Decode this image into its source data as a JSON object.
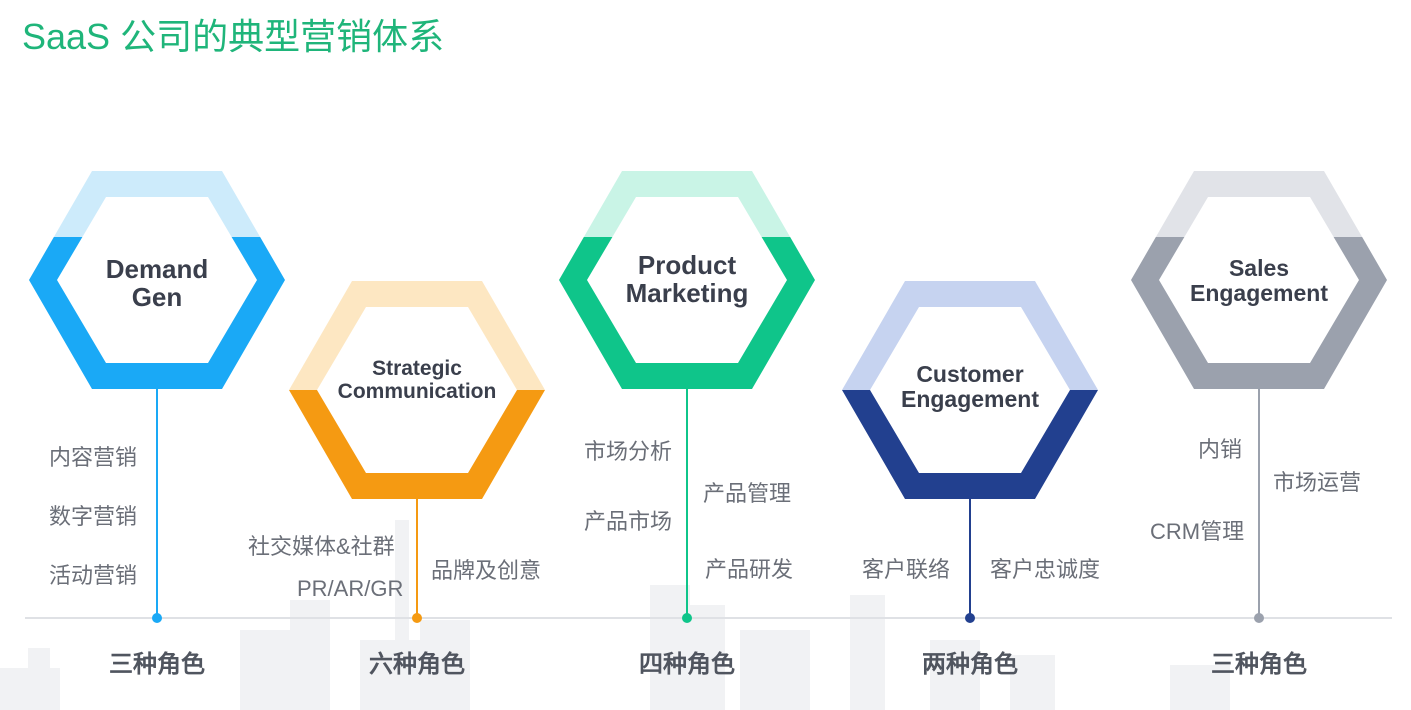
{
  "title": "SaaS 公司的典型营销体系",
  "colors": {
    "demand": "#1aa9f6",
    "demand_light": "#cdebfb",
    "strategic": "#f59a12",
    "strategic_light": "#fde7c2",
    "product": "#0fc58a",
    "product_light": "#c9f4e6",
    "customer": "#22408f",
    "customer_light": "#c6d3f0",
    "sales": "#9ba1ad",
    "sales_light": "#e1e3e8"
  },
  "groups": [
    {
      "line1": "Demand",
      "line2": "Gen",
      "roles": [
        "内容营销",
        "数字营销",
        "活动营销"
      ],
      "count": "三种角色"
    },
    {
      "line1": "Strategic",
      "line2": "Communication",
      "roles": [
        "社交媒体&社群",
        "品牌及创意",
        "PR/AR/GR"
      ],
      "count": "六种角色"
    },
    {
      "line1": "Product",
      "line2": "Marketing",
      "roles": [
        "市场分析",
        "产品管理",
        "产品市场",
        "产品研发"
      ],
      "count": "四种角色"
    },
    {
      "line1": "Customer",
      "line2": "Engagement",
      "roles": [
        "客户联络",
        "客户忠诚度"
      ],
      "count": "两种角色"
    },
    {
      "line1": "Sales",
      "line2": "Engagement",
      "roles": [
        "内销",
        "市场运营",
        "CRM管理"
      ],
      "count": "三种角色"
    }
  ]
}
